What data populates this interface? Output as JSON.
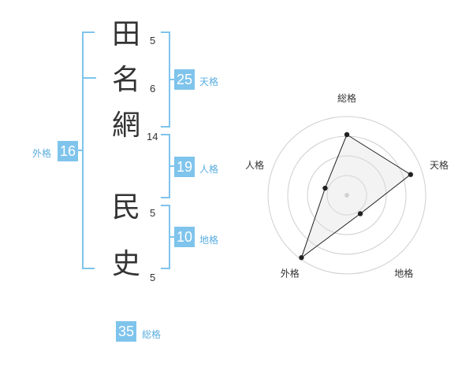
{
  "name": {
    "chars": [
      {
        "char": "田",
        "strokes": "5"
      },
      {
        "char": "名",
        "strokes": "6"
      },
      {
        "char": "網",
        "strokes": "14"
      },
      {
        "char": "民",
        "strokes": "5"
      },
      {
        "char": "史",
        "strokes": "5"
      }
    ]
  },
  "kakusu": {
    "tenkaku": {
      "value": "25",
      "label": "天格"
    },
    "jinkaku": {
      "value": "19",
      "label": "人格"
    },
    "chikaku": {
      "value": "10",
      "label": "地格"
    },
    "gaikaku": {
      "value": "16",
      "label": "外格"
    },
    "soukaku": {
      "value": "35",
      "label": "総格"
    }
  },
  "colors": {
    "accent": "#7fc4ec",
    "kakuText": "#5aaee0",
    "text": "#333333"
  },
  "chart_data": {
    "type": "radar",
    "axes": [
      "総格",
      "天格",
      "地格",
      "外格",
      "人格"
    ],
    "values": [
      0.77,
      0.85,
      0.29,
      0.98,
      0.29
    ],
    "rings": 4,
    "grid": true
  }
}
